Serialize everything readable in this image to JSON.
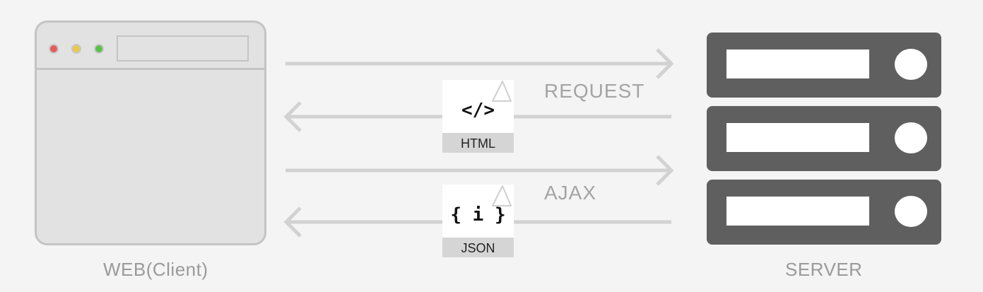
{
  "client": {
    "caption": "WEB(Client)"
  },
  "server": {
    "caption": "SERVER",
    "racks": 3
  },
  "flows": [
    {
      "label": "REQUEST",
      "document": {
        "glyph": "</>",
        "label": "HTML"
      }
    },
    {
      "label": "AJAX",
      "document": {
        "glyph": "{ i }",
        "label": "JSON"
      }
    }
  ],
  "colors": {
    "background": "#f4f4f4",
    "arrow": "#d2d2d2",
    "browser_fill": "#e2e2e2",
    "browser_border": "#c4c4c4",
    "server": "#5f5f5f",
    "dot_red": "#e35d5d",
    "dot_yellow": "#e8c84e",
    "dot_green": "#5cbf4a"
  }
}
